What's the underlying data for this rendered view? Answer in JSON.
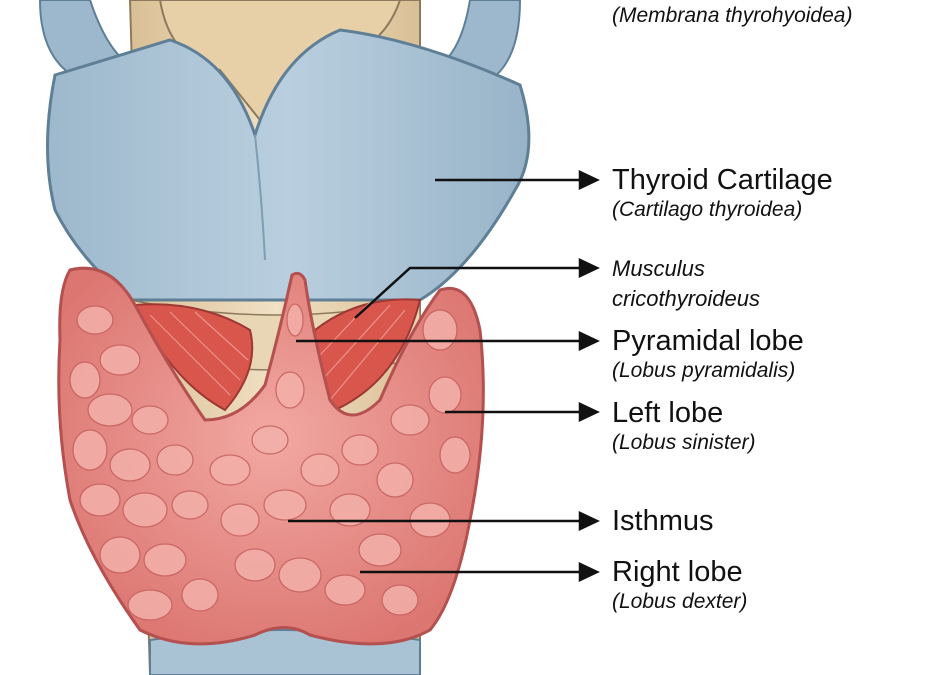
{
  "labels": {
    "thyrohyoid_membrane": {
      "latin": "(Membrana thyrohyoidea)"
    },
    "thyroid_cartilage": {
      "name": "Thyroid Cartilage",
      "latin": "(Cartilago thyroidea)"
    },
    "cricothyroid_muscle": {
      "line1": "Musculus",
      "line2": "cricothyroideus"
    },
    "pyramidal_lobe": {
      "name": "Pyramidal lobe",
      "latin": "(Lobus pyramidalis)"
    },
    "left_lobe": {
      "name": "Left lobe",
      "latin": "(Lobus sinister)"
    },
    "isthmus": {
      "name": "Isthmus"
    },
    "right_lobe": {
      "name": "Right lobe",
      "latin": "(Lobus dexter)"
    }
  },
  "colors": {
    "cartilage": "#a9c2d4",
    "cartilage_outline": "#5f7f97",
    "trachea": "#e4cfaa",
    "muscle": "#d8564c",
    "gland": "#e58a85",
    "gland_outline": "#b4504f",
    "leader_line": "#111111"
  }
}
